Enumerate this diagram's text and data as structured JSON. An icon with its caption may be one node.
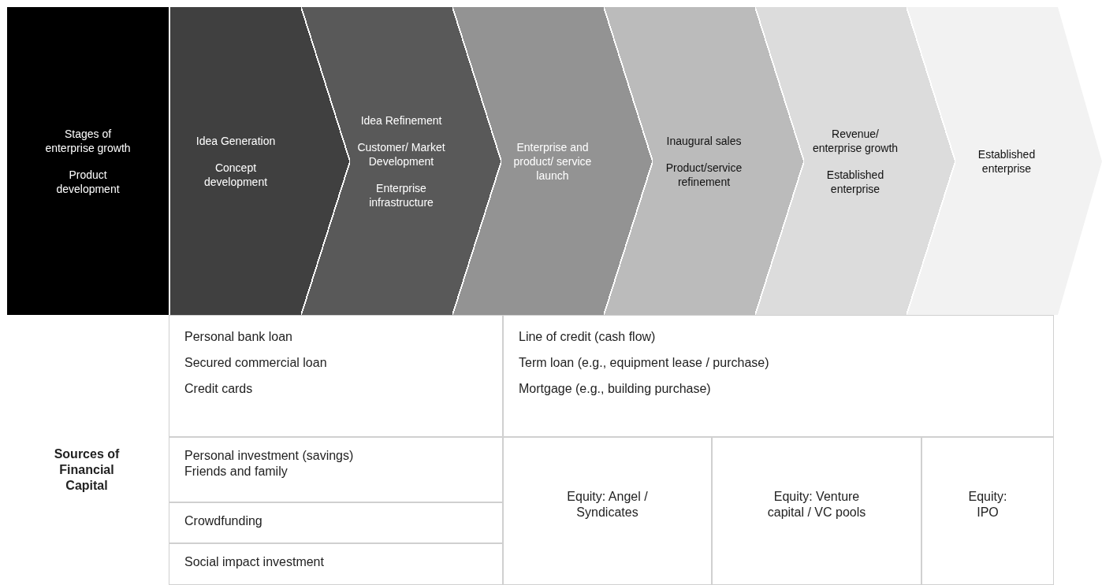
{
  "diagram": {
    "nodes": [
      {
        "text": [
          "Stages of enterprise growth",
          "Product development"
        ]
      },
      {
        "text": [
          "Idea Generation",
          "Concept development"
        ]
      },
      {
        "text": [
          "Idea Refinement",
          "Customer/ Market Development",
          "Enterprise infrastructure"
        ]
      },
      {
        "text": [
          "Enterprise and product/ service launch"
        ]
      },
      {
        "text": [
          "Inaugural sales",
          "Product/service refinement"
        ]
      },
      {
        "text": [
          "Revenue/ enterprise growth",
          "Established enterprise"
        ]
      },
      {
        "text": [
          "Established enterprise"
        ]
      }
    ],
    "edges": [],
    "labels": [
      "Sources of Financial Capital",
      "Personal bank loan",
      "Secured commercial loan",
      "Credit cards",
      "Line of credit (cash flow)",
      "Term loan (e.g., equipment lease / purchase)",
      "Mortgage (e.g., building purchase)",
      "Personal investment (savings)",
      "Friends and family",
      "Equity: Angel / Syndicates",
      "Equity: Venture capital / VC pools",
      "Equity: IPO",
      "Crowdfunding",
      "Social impact investment"
    ]
  }
}
